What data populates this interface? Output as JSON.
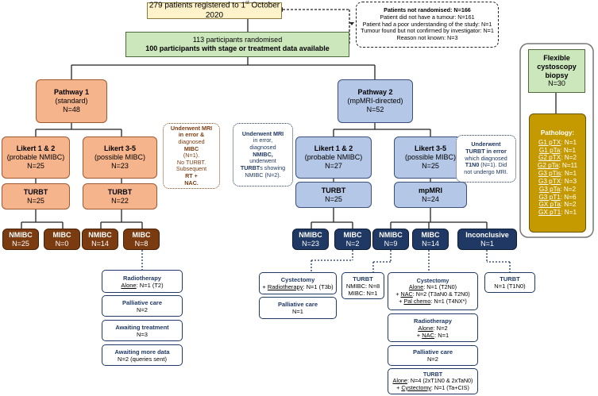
{
  "registered": {
    "text": "279 patients registered to 1",
    "sup": "st",
    "tail": " October 2020"
  },
  "not_randomised": {
    "title": "Patients not randomised: N=166",
    "lines": [
      "Patient did not have a tumour: N=161",
      "Patient had a poor understanding of the study: N=1",
      "Tumour found but not confirmed by investigator: N=1",
      "Reason not known: N=3"
    ]
  },
  "randomised": {
    "line1": "113 participants randomised",
    "line2": "100 participants with stage or treatment data available"
  },
  "pathway1": {
    "title": "Pathway 1",
    "sub": "(standard)",
    "n": "N=48"
  },
  "pathway2": {
    "title": "Pathway 2",
    "sub": "(mpMRI-directed)",
    "n": "N=52"
  },
  "p1_likert12": {
    "title": "Likert 1 & 2",
    "sub": "(probable NMIBC)",
    "n": "N=25"
  },
  "p1_likert35": {
    "title": "Likert 3-5",
    "sub": "(possible MIBC)",
    "n": "N=23"
  },
  "p2_likert12": {
    "title": "Likert 1 & 2",
    "sub": "(probable NMIBC)",
    "n": "N=27"
  },
  "p2_likert35": {
    "title": "Likert 3-5",
    "sub": "(possible MIBC)",
    "n": "N=25"
  },
  "p1_turbt_a": {
    "title": "TURBT",
    "n": "N=25"
  },
  "p1_turbt_b": {
    "title": "TURBT",
    "n": "N=22"
  },
  "p2_turbt": {
    "title": "TURBT",
    "n": "N=25"
  },
  "p2_mpmri": {
    "title": "mpMRI",
    "n": "N=24"
  },
  "p1_nmibc_a": {
    "title": "NMIBC",
    "n": "N=25"
  },
  "p1_mibc_a": {
    "title": "MIBC",
    "n": "N=0"
  },
  "p1_nmibc_b": {
    "title": "NMIBC",
    "n": "N=14"
  },
  "p1_mibc_b": {
    "title": "MIBC",
    "n": "N=8"
  },
  "p2_nmibc_a": {
    "title": "NMIBC",
    "n": "N=23"
  },
  "p2_mibc_a": {
    "title": "MIBC",
    "n": "N=2"
  },
  "p2_nmibc_b": {
    "title": "NMIBC",
    "n": "N=9"
  },
  "p2_mibc_b": {
    "title": "MIBC",
    "n": "N=14"
  },
  "p2_inconclusive": {
    "title": "Inconclusive",
    "n": "N=1"
  },
  "note_p1": {
    "l1": "Underwent MRI",
    "l2": "in error &",
    "l3": "diagnosed",
    "l4": "MIBC",
    "l5": "(N=1).",
    "l6": "No TURBT.",
    "l7": "Subsequent",
    "l8": "RT +",
    "l9": "NAC."
  },
  "note_p2a": {
    "l1": "Underwent MRI",
    "l2": "in error,",
    "l3": "diagnosed",
    "l4": "NMIBC,",
    "l5": "underwent",
    "l6": "TURBT",
    "l7": "s showing",
    "l8": "NMIBC (N=2)."
  },
  "note_p2b": {
    "l1": "Underwent",
    "l2": "TURBT in error",
    "l3": "which diagnosed",
    "l4": "T1N0",
    "l5": " (N=1). Did",
    "l6": "not undergo MRI."
  },
  "flex": {
    "l1": "Flexible",
    "l2": "cystoscopy",
    "l3": "biopsy",
    "n": "N=30"
  },
  "pathology": {
    "title": "Pathology:",
    "rows": [
      {
        "label": "G1 pTX",
        "n": ": N=1"
      },
      {
        "label": "G1 pTa",
        "n": ": N=1"
      },
      {
        "label": "G2 pTX",
        "n": ": N=2"
      },
      {
        "label": "G2 pTa",
        "n": ": N=11"
      },
      {
        "label": "G3 pTis",
        "n": ": N=1"
      },
      {
        "label": "G3 pTX",
        "n": ": N=3"
      },
      {
        "label": "G3 pTa",
        "n": ": N=2"
      },
      {
        "label": "G3 pT1",
        "n": ": N=6"
      },
      {
        "label": "GX pTa",
        "n": ": N=2"
      },
      {
        "label": "GX pT1",
        "n": ": N=1"
      }
    ]
  },
  "rt1": {
    "title": "Radiotherapy",
    "a": "Alone",
    "b": ": N=1 (T2)"
  },
  "pc1": {
    "title": "Palliative care",
    "n": "N=2"
  },
  "await1": {
    "title": "Awaiting treatment",
    "n": "N=3"
  },
  "await2": {
    "title": "Awaiting more data",
    "n": "N=2 (queries sent)"
  },
  "cyst1": {
    "title": "Cystectomy",
    "a": "+ ",
    "b": "Radiotherapy",
    "c": ": N=1 (T3b)"
  },
  "pc2": {
    "title": "Palliative care",
    "n": "N=1"
  },
  "turbt_sm": {
    "title": "TURBT",
    "l1": "NMIBC: N=8",
    "l2": "MIBC: N=1"
  },
  "cyst2": {
    "title": "Cystectomy",
    "r1a": "Alone",
    "r1b": ": N=1 (T2N0)",
    "r2a": "+ ",
    "r2b": "NAC",
    "r2c": ": N=2 (T3aN0 & T2N0)",
    "r3a": "+ ",
    "r3b": "Pal chemo",
    "r3c": ": N=1 (T4NX*)"
  },
  "rt2": {
    "title": "Radiotherapy",
    "r1a": "Alone",
    "r1b": ": N=2",
    "r2a": "+ ",
    "r2b": "NAC",
    "r2c": ": N=1"
  },
  "pc3": {
    "title": "Palliative care",
    "n": "N=2"
  },
  "turbt_big": {
    "title": "TURBT",
    "r1a": "Alone",
    "r1b": ": N=4 (2xT1N0 & 2xTaN0)",
    "r2a": "+ ",
    "r2b": "Cystectomy",
    "r2c": ": N=1 (Ta+CIS)"
  },
  "turbt_inc": {
    "title": "TURBT",
    "n": "N=1 (T1N0)"
  }
}
